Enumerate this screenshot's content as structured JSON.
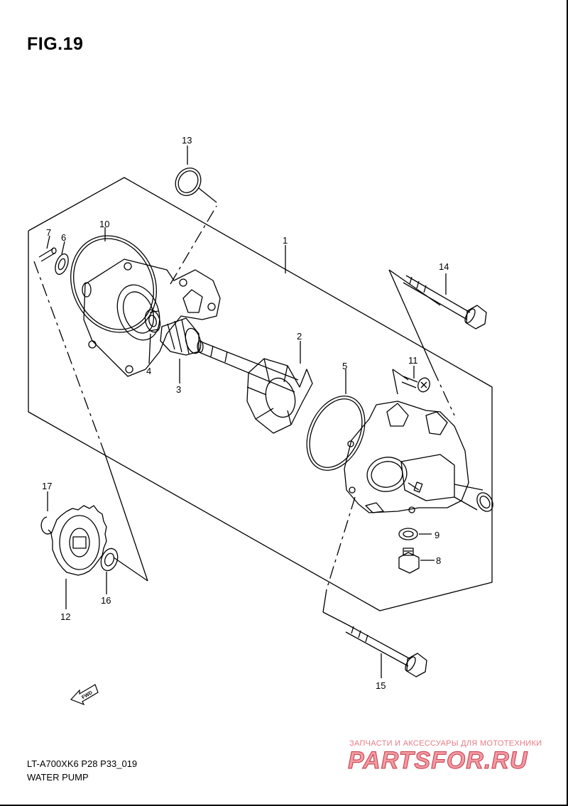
{
  "figure": {
    "title": "FIG.19"
  },
  "callouts": [
    "1",
    "2",
    "3",
    "4",
    "5",
    "6",
    "7",
    "8",
    "9",
    "10",
    "11",
    "12",
    "13",
    "14",
    "15",
    "16",
    "17"
  ],
  "footer": {
    "model_code": "LT-A700XK6 P28 P33_019",
    "section_name": "WATER PUMP"
  },
  "fwd_label": "FWD",
  "watermark": {
    "slogan": "ЗАПЧАСТИ И АКСЕССУАРЫ ДЛЯ МОТОТЕХНИКИ",
    "logo": "PARTSFOR.RU"
  },
  "colors": {
    "line": "#000000",
    "watermark": "#e0505c",
    "background": "#ffffff"
  }
}
